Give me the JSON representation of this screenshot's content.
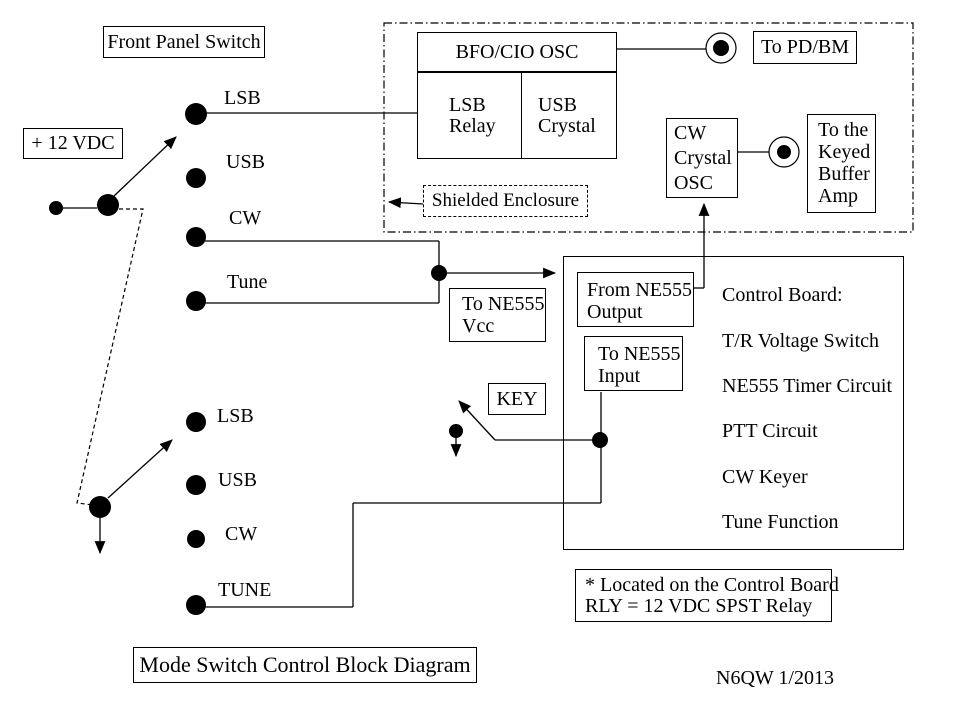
{
  "colors": {
    "ink": "#000000",
    "background": "#ffffff"
  },
  "title_box": {
    "label": "Mode Switch Control Block Diagram"
  },
  "signature": "N6QW 1/2013",
  "front_panel": {
    "label": "Front Panel Switch",
    "supply_label": "+ 12 VDC",
    "bank1": [
      "LSB",
      "USB",
      "CW",
      "Tune"
    ],
    "bank2": [
      "LSB",
      "USB",
      "CW",
      "TUNE"
    ]
  },
  "enclosure": {
    "label": "Shielded Enclosure",
    "bfo": {
      "header": "BFO/CIO OSC",
      "cell_left": [
        "LSB",
        "Relay"
      ],
      "cell_right": [
        "USB",
        "Crystal"
      ]
    },
    "cw_osc": [
      "CW",
      "Crystal",
      "OSC"
    ],
    "to_pd_bm": "To PD/BM",
    "keyed_buffer": [
      "To the",
      "Keyed",
      "Buffer",
      "Amp"
    ]
  },
  "connectors": {
    "ne555_vcc": [
      "To NE555",
      "Vcc"
    ],
    "ne555_output": [
      "From NE555",
      "Output"
    ],
    "ne555_input": [
      "To NE555",
      "Input"
    ],
    "key": "KEY"
  },
  "control_board": {
    "lines": [
      "Control Board:",
      "T/R Voltage Switch",
      "NE555 Timer Circuit",
      "PTT Circuit",
      "CW Keyer",
      "Tune Function"
    ]
  },
  "note": {
    "lines": [
      "* Located on the Control Board",
      "RLY = 12 VDC SPST Relay"
    ]
  }
}
